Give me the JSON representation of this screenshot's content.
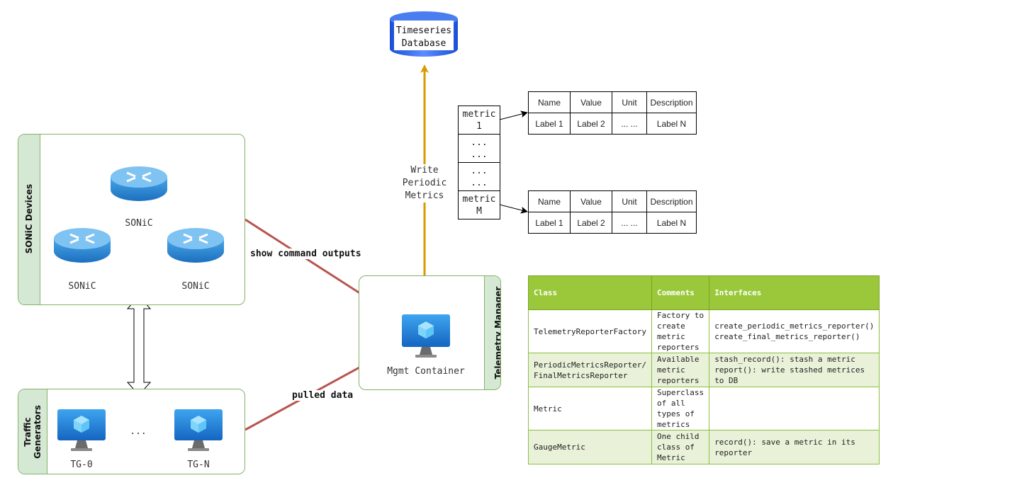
{
  "database": {
    "label_line1": "Timeseries",
    "label_line2": "Database"
  },
  "sonic_devices": {
    "title": "SONiC Devices",
    "router_top": "SONiC",
    "router_left": "SONiC",
    "router_right": "SONiC"
  },
  "traffic_generators": {
    "title_line1": "Traffic",
    "title_line2": "Generators",
    "tg_first": "TG-0",
    "tg_last": "TG-N",
    "ellipsis": "..."
  },
  "telemetry_manager": {
    "title": "Telemetry Manager",
    "container_label": "Mgmt Container"
  },
  "edges": {
    "show_command": "show command outputs",
    "pulled_data": "pulled data",
    "write_line1": "Write",
    "write_line2": "Periodic",
    "write_line3": "Metrics"
  },
  "metric_stack": [
    {
      "line1": "metric",
      "line2": "1"
    },
    {
      "line1": "...",
      "line2": "..."
    },
    {
      "line1": "...",
      "line2": "..."
    },
    {
      "line1": "metric",
      "line2": "M"
    }
  ],
  "metric_table_top": {
    "headers": [
      "Name",
      "Value",
      "Unit",
      "Description"
    ],
    "row": [
      "Label 1",
      "Label 2",
      "... ...",
      "Label N"
    ]
  },
  "metric_table_bottom": {
    "headers": [
      "Name",
      "Value",
      "Unit",
      "Description"
    ],
    "row": [
      "Label 1",
      "Label 2",
      "... ...",
      "Label N"
    ]
  },
  "class_table": {
    "headers": [
      "Class",
      "Comments",
      "Interfaces"
    ],
    "rows": [
      {
        "cls": "TelemetryReporterFactory",
        "cls2": "",
        "comment": "Factory to create metric reporters",
        "iface": "create_periodic_metrics_reporter()",
        "iface2": "create_final_metrics_reporter()"
      },
      {
        "cls": "PeriodicMetricsReporter/",
        "cls2": "FinalMetricsReporter",
        "comment": "Available metric reporters",
        "iface": "stash_record(): stash a metric",
        "iface2": "report(): write stashed metrices to DB"
      },
      {
        "cls": "Metric",
        "cls2": "",
        "comment": "Superclass of all types of metrics",
        "iface": "",
        "iface2": ""
      },
      {
        "cls": "GaugeMetric",
        "cls2": "",
        "comment": "One child class of Metric",
        "iface": "record(): save a metric in its reporter",
        "iface2": ""
      }
    ]
  },
  "colors": {
    "group_border": "#82b366",
    "swimlane_fill": "#d5e8d4",
    "red_arrow": "#b85450",
    "gold_arrow": "#d79b00",
    "table_header": "#9ac83a",
    "table_alt": "#e9f2d9"
  }
}
